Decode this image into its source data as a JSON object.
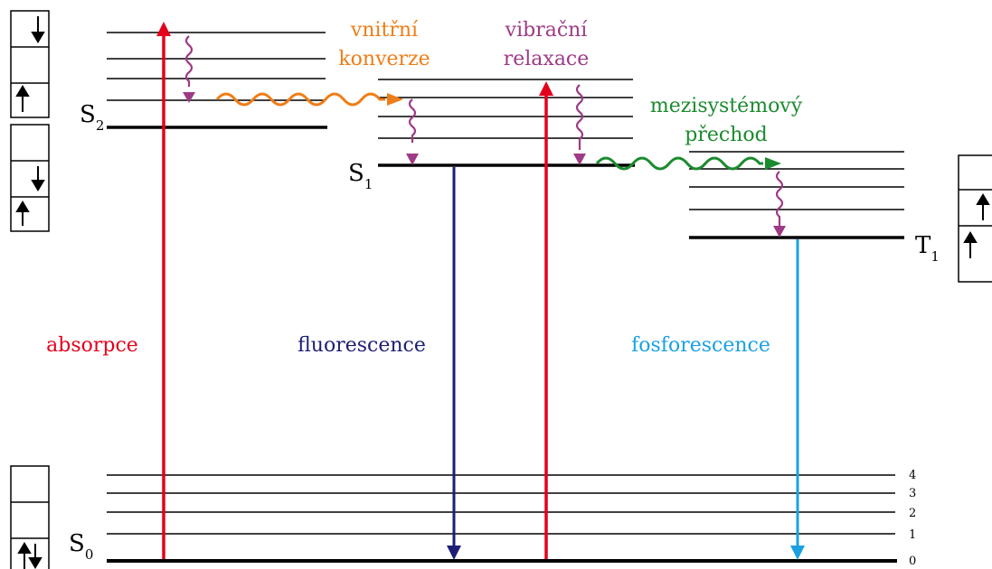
{
  "levels": {
    "s0": {
      "main": "S",
      "sub": "0"
    },
    "s1": {
      "main": "S",
      "sub": "1"
    },
    "s2": {
      "main": "S",
      "sub": "2"
    },
    "t1": {
      "main": "T",
      "sub": "1"
    }
  },
  "vibrational_numbers": [
    "4",
    "3",
    "2",
    "1",
    "0"
  ],
  "process_labels": {
    "absorption": "absorpce",
    "fluorescence": "fluorescence",
    "phosphorescence": "fosforescence",
    "internal_conversion_line1": "vnitřní",
    "internal_conversion_line2": "konverze",
    "vibrational_relaxation_line1": "vibrační",
    "vibrational_relaxation_line2": "relaxace",
    "intersystem_crossing_line1": "mezisystémový",
    "intersystem_crossing_line2": "přechod"
  },
  "colors": {
    "absorption": "#e3001b",
    "fluorescence": "#1c1f75",
    "phosphorescence": "#1ba1e2",
    "internal_conversion": "#ef7d17",
    "vibrational_relaxation": "#9e3a86",
    "intersystem_crossing": "#1b8b2e",
    "level_line": "#000000"
  }
}
